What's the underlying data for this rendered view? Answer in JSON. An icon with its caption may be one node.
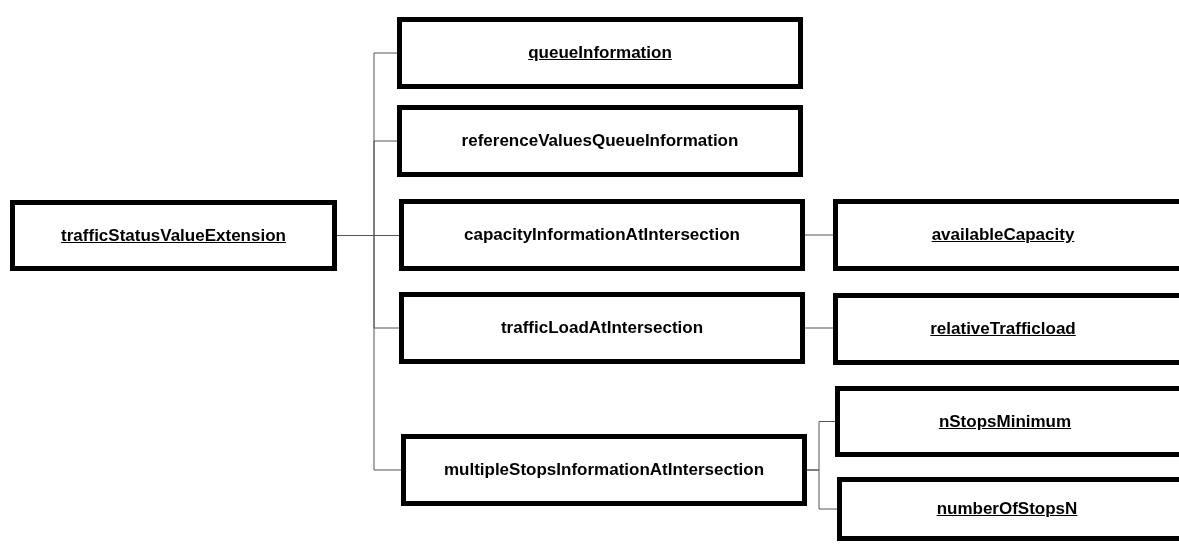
{
  "diagram": {
    "nodes": [
      {
        "text": [
          "trafficStatusValueExtension"
        ]
      },
      {
        "text": [
          "queueInformation"
        ]
      },
      {
        "text": [
          "referenceValuesQueueInformation"
        ]
      },
      {
        "text": [
          "capacityInformationAtIntersection"
        ]
      },
      {
        "text": [
          "trafficLoadAtIntersection"
        ]
      },
      {
        "text": [
          "multipleStopsInformationAtIntersection"
        ]
      },
      {
        "text": [
          "availableCapacity"
        ]
      },
      {
        "text": [
          "relativeTrafficload"
        ]
      },
      {
        "text": [
          "nStopsMinimum"
        ]
      },
      {
        "text": [
          "numberOfStopsN"
        ]
      }
    ],
    "edges": [
      {
        "from": 0,
        "to": 1,
        "arrow": "none"
      },
      {
        "from": 0,
        "to": 2,
        "arrow": "none"
      },
      {
        "from": 0,
        "to": 3,
        "arrow": "none"
      },
      {
        "from": 0,
        "to": 4,
        "arrow": "none"
      },
      {
        "from": 0,
        "to": 5,
        "arrow": "none"
      },
      {
        "from": 3,
        "to": 6,
        "arrow": "none"
      },
      {
        "from": 4,
        "to": 7,
        "arrow": "none"
      },
      {
        "from": 5,
        "to": 8,
        "arrow": "none"
      },
      {
        "from": 5,
        "to": 9,
        "arrow": "none"
      }
    ]
  }
}
